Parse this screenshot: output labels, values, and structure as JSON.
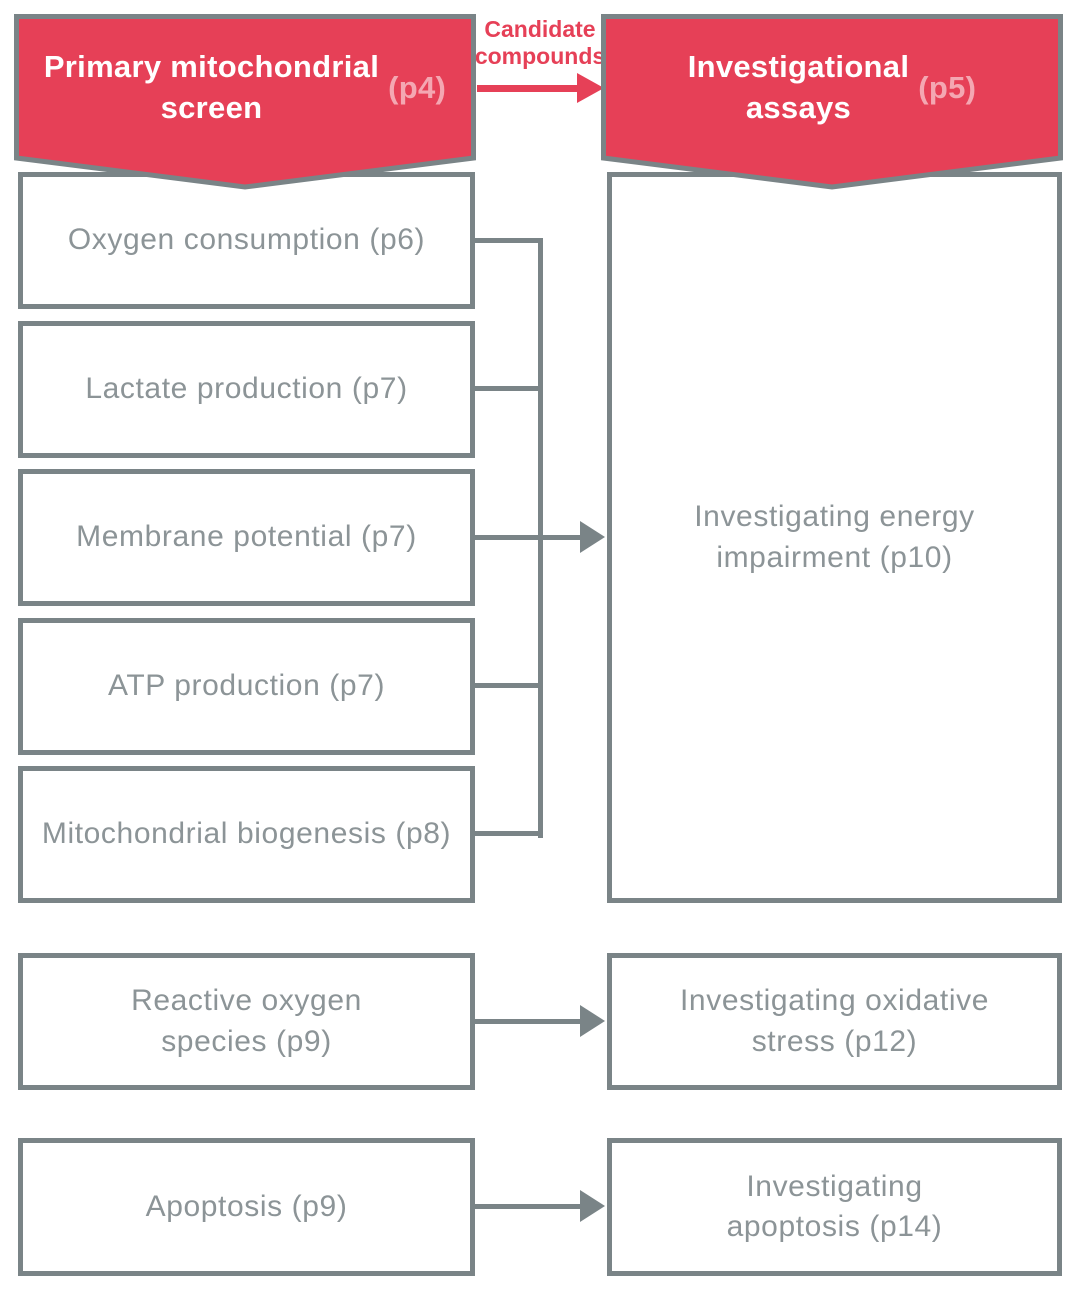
{
  "palette": {
    "accent_red": "#E64057",
    "page_ref_pink": "#F4A7B2",
    "border_gray": "#7A8487",
    "text_gray": "#8C9497",
    "background": "#FFFFFF"
  },
  "header": {
    "left_banner": {
      "title": "Primary mitochondrial\nscreen",
      "page_ref": "(p4)"
    },
    "right_banner": {
      "title": "Investigational\nassays",
      "page_ref": "(p5)"
    },
    "flow_label": "Candidate\ncompounds"
  },
  "primary_screen": {
    "boxes": [
      {
        "label": "Oxygen consumption (p6)"
      },
      {
        "label": "Lactate production (p7)"
      },
      {
        "label": "Membrane potential (p7)"
      },
      {
        "label": "ATP production (p7)"
      },
      {
        "label": "Mitochondrial biogenesis (p8)"
      }
    ],
    "target": {
      "label": "Investigating energy\nimpairment (p10)"
    }
  },
  "secondary_rows": [
    {
      "source": "Reactive oxygen\nspecies (p9)",
      "target": "Investigating oxidative\nstress (p12)"
    },
    {
      "source": "Apoptosis (p9)",
      "target": "Investigating\napoptosis (p14)"
    }
  ]
}
